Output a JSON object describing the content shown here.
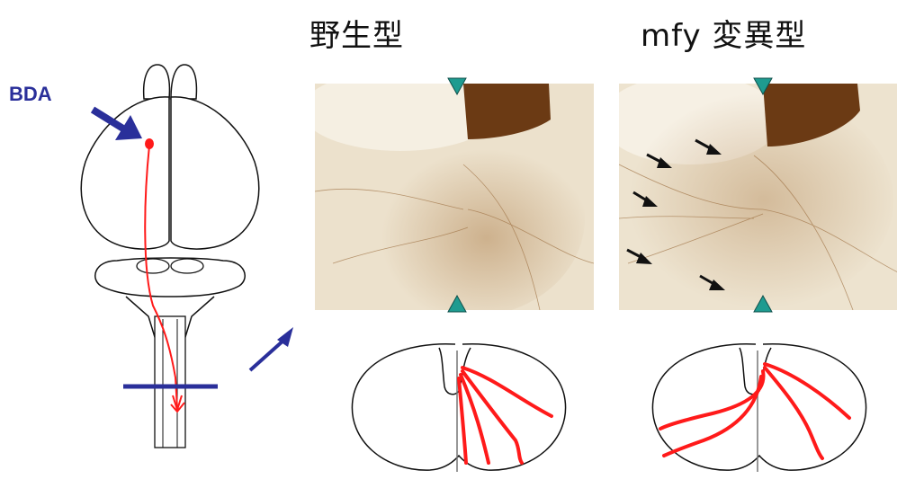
{
  "labels": {
    "tracer": "BDA",
    "wild_type": "野生型",
    "mutant": "mfy 変異型"
  },
  "colors": {
    "tracer_text": "#2a2f9a",
    "arrow": "#2a2f9a",
    "axon": "#ff1a1a",
    "marker": "#1e9b90",
    "tissue": "#e9dcc4",
    "stain": "#6b3a14"
  },
  "icons": {
    "injection_arrow": "arrow-right-down-icon",
    "section_arrow": "arrow-right-up-icon",
    "midline_marker": "triangle-icon",
    "fiber_pointer": "arrow-pointer-icon"
  }
}
